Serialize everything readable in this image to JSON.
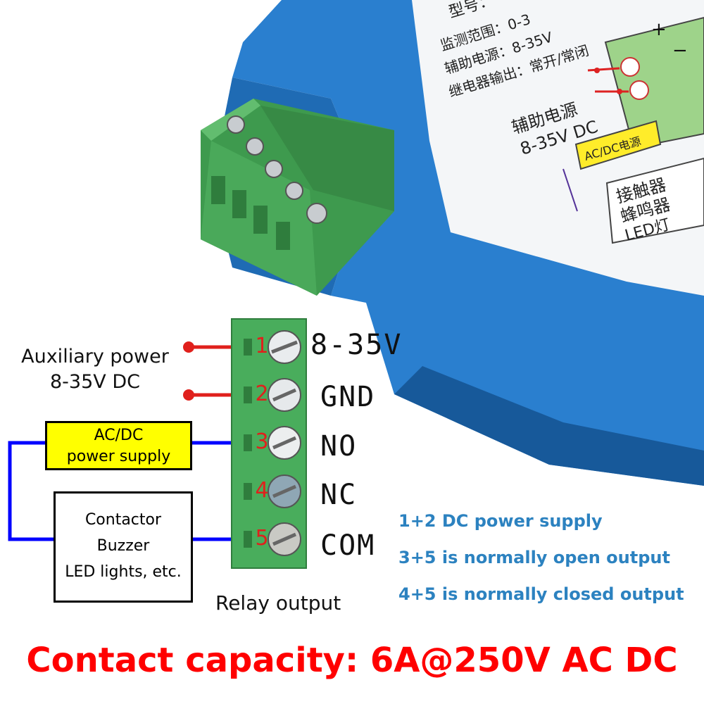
{
  "device_label": {
    "model_row": "型号：",
    "range_row": "监测范围：0-3",
    "power_row": "辅助电源：8-35V",
    "relay_row": "继电器输出：常开/常闭",
    "aux_power_line1": "辅助电源",
    "aux_power_line2": "8-35V DC",
    "acdc_box": "AC/DC电源",
    "load_line1": "接触器",
    "load_line2": "蜂鸣器",
    "load_line3": "LED灯",
    "pin_plus": "+",
    "pin_minus": "−"
  },
  "aux_power": {
    "line1": "Auxiliary power",
    "line2": "8-35V DC"
  },
  "acdc_supply": {
    "line1": "AC/DC",
    "line2": "power supply"
  },
  "load_box": {
    "line1": "Contactor",
    "line2": "Buzzer",
    "line3": "LED lights, etc."
  },
  "terminals": [
    {
      "number": "1",
      "name": "8-35V"
    },
    {
      "number": "2",
      "name": "GND"
    },
    {
      "number": "3",
      "name": "NO"
    },
    {
      "number": "4",
      "name": "NC"
    },
    {
      "number": "5",
      "name": "COM"
    }
  ],
  "relay_output_label": "Relay output",
  "notes": [
    "1+2 DC power supply",
    "3+5 is normally open output",
    "4+5 is normally closed output"
  ],
  "footer": "Contact capacity: 6A@250V AC DC",
  "colors": {
    "wire_red": "#e0201c",
    "wire_blue": "#0000ff",
    "terminal_green": "#49ad5c",
    "housing_blue": "#2a7fcf",
    "note_blue": "#2c82c0",
    "footer_red": "#ff0000"
  }
}
